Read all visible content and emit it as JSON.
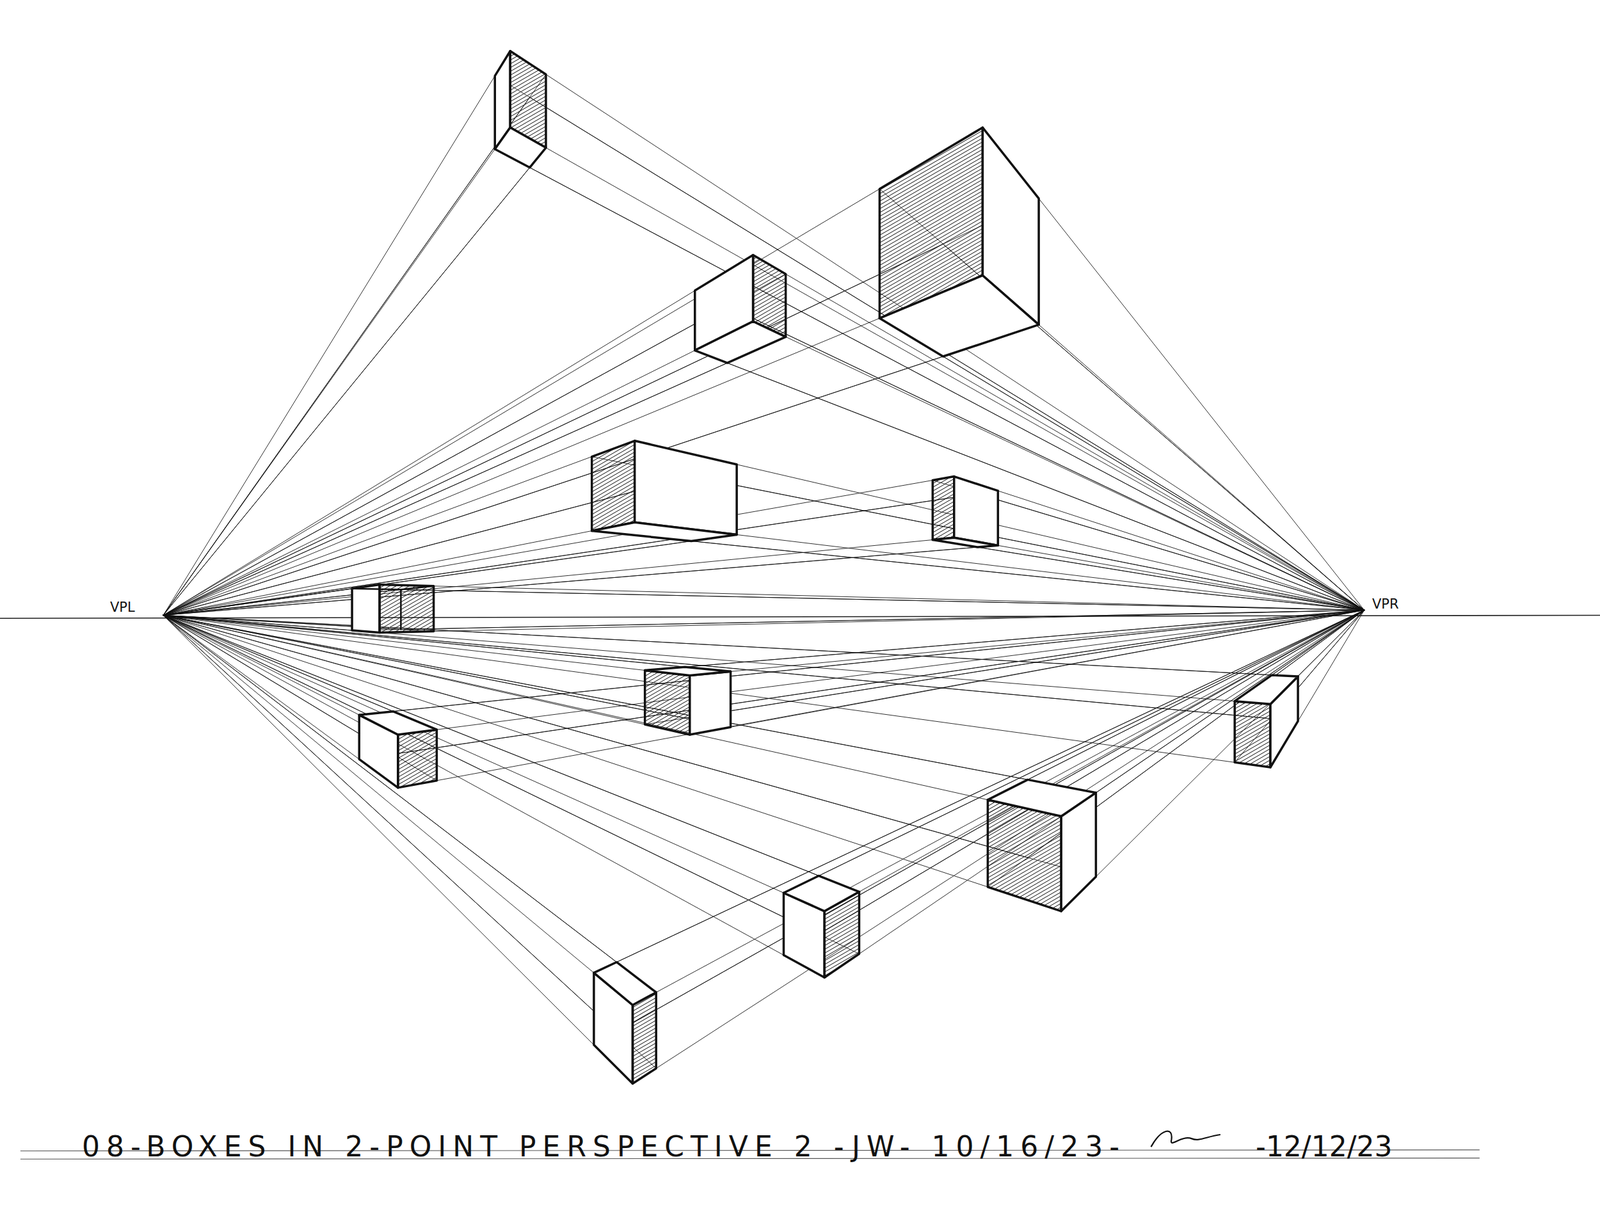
{
  "diagram": {
    "caption": "08-BOXES IN 2-POINT PERSPECTIVE 2 -JW- 10/16/23-",
    "labels": [
      "VPL",
      "VPR",
      "-12/12/23"
    ]
  }
}
